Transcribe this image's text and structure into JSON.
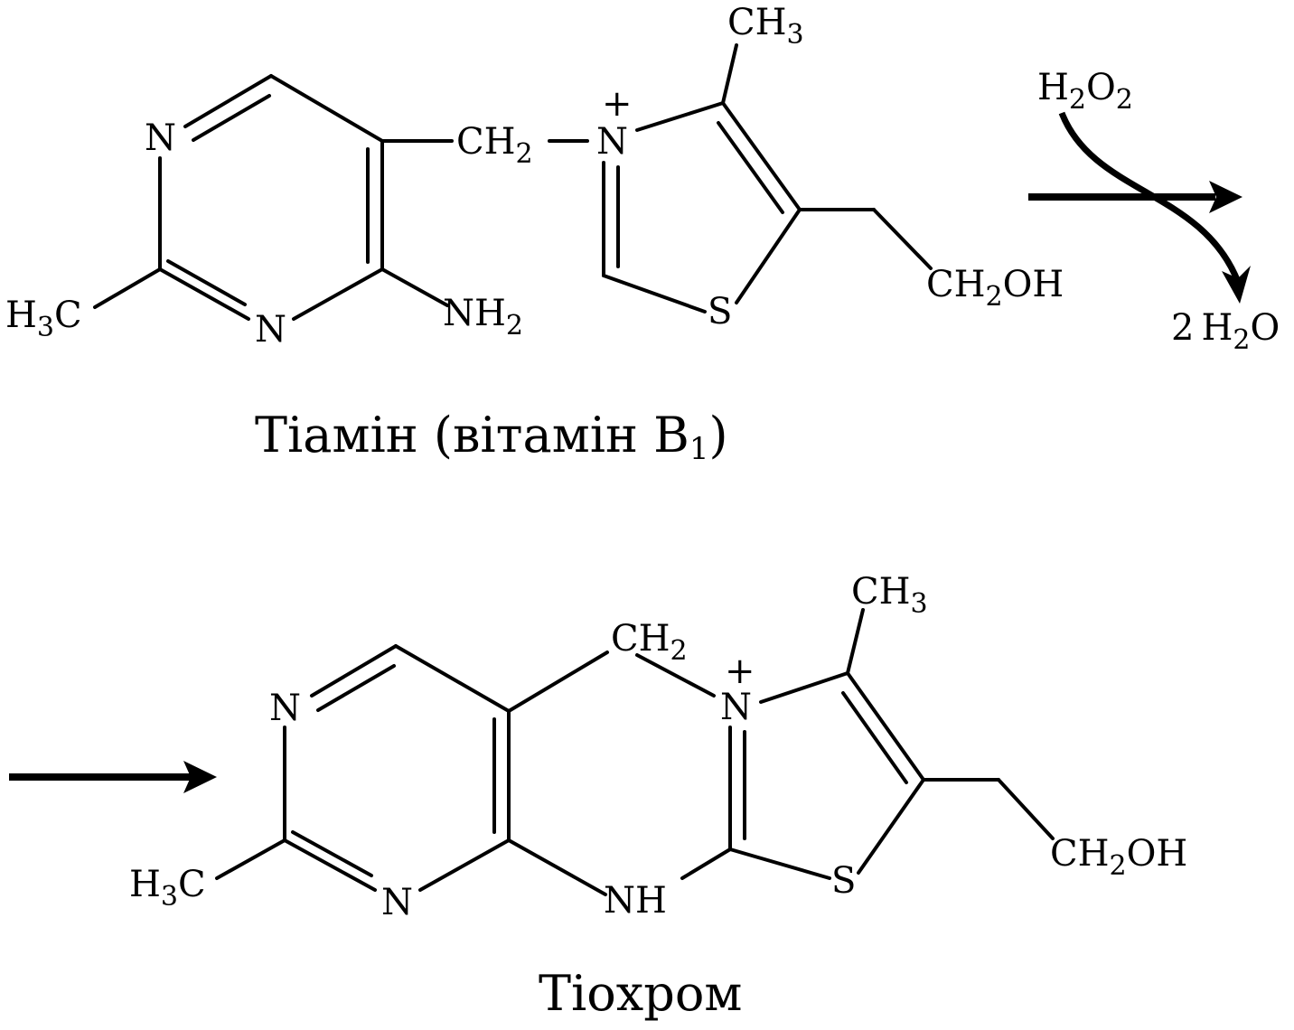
{
  "thiamine": {
    "atoms": {
      "n1": "N",
      "n3": "N",
      "h3c_h": "H",
      "h3c_sub": "3",
      "h3c_c": "C",
      "nh2_main": "NH",
      "nh2_sub": "2",
      "ch2_main": "CH",
      "ch2_sub": "2",
      "n_plus": "N",
      "plus": "+",
      "ch3_main": "CH",
      "ch3_sub": "3",
      "s": "S",
      "ch2oh_main": "CH",
      "ch2oh_sub": "2",
      "ch2oh_tail": "OH"
    },
    "caption_main": "Тіамін (вітамін B",
    "caption_sub": "1",
    "caption_close": ")"
  },
  "reaction": {
    "reagent_h": "H",
    "reagent_sub1": "2",
    "reagent_o": "O",
    "reagent_sub2": "2",
    "product_coef": "2",
    "product_h": "H",
    "product_sub": "2",
    "product_o": "O"
  },
  "thiochrome": {
    "atoms": {
      "n1": "N",
      "n3": "N",
      "h3c_h": "H",
      "h3c_sub": "3",
      "h3c_c": "C",
      "nh": "NH",
      "ch2_main": "CH",
      "ch2_sub": "2",
      "n_plus": "N",
      "plus": "+",
      "ch3_main": "CH",
      "ch3_sub": "3",
      "s": "S",
      "ch2oh_main": "CH",
      "ch2oh_sub": "2",
      "ch2oh_tail": "OH"
    },
    "caption": "Тіохром"
  }
}
